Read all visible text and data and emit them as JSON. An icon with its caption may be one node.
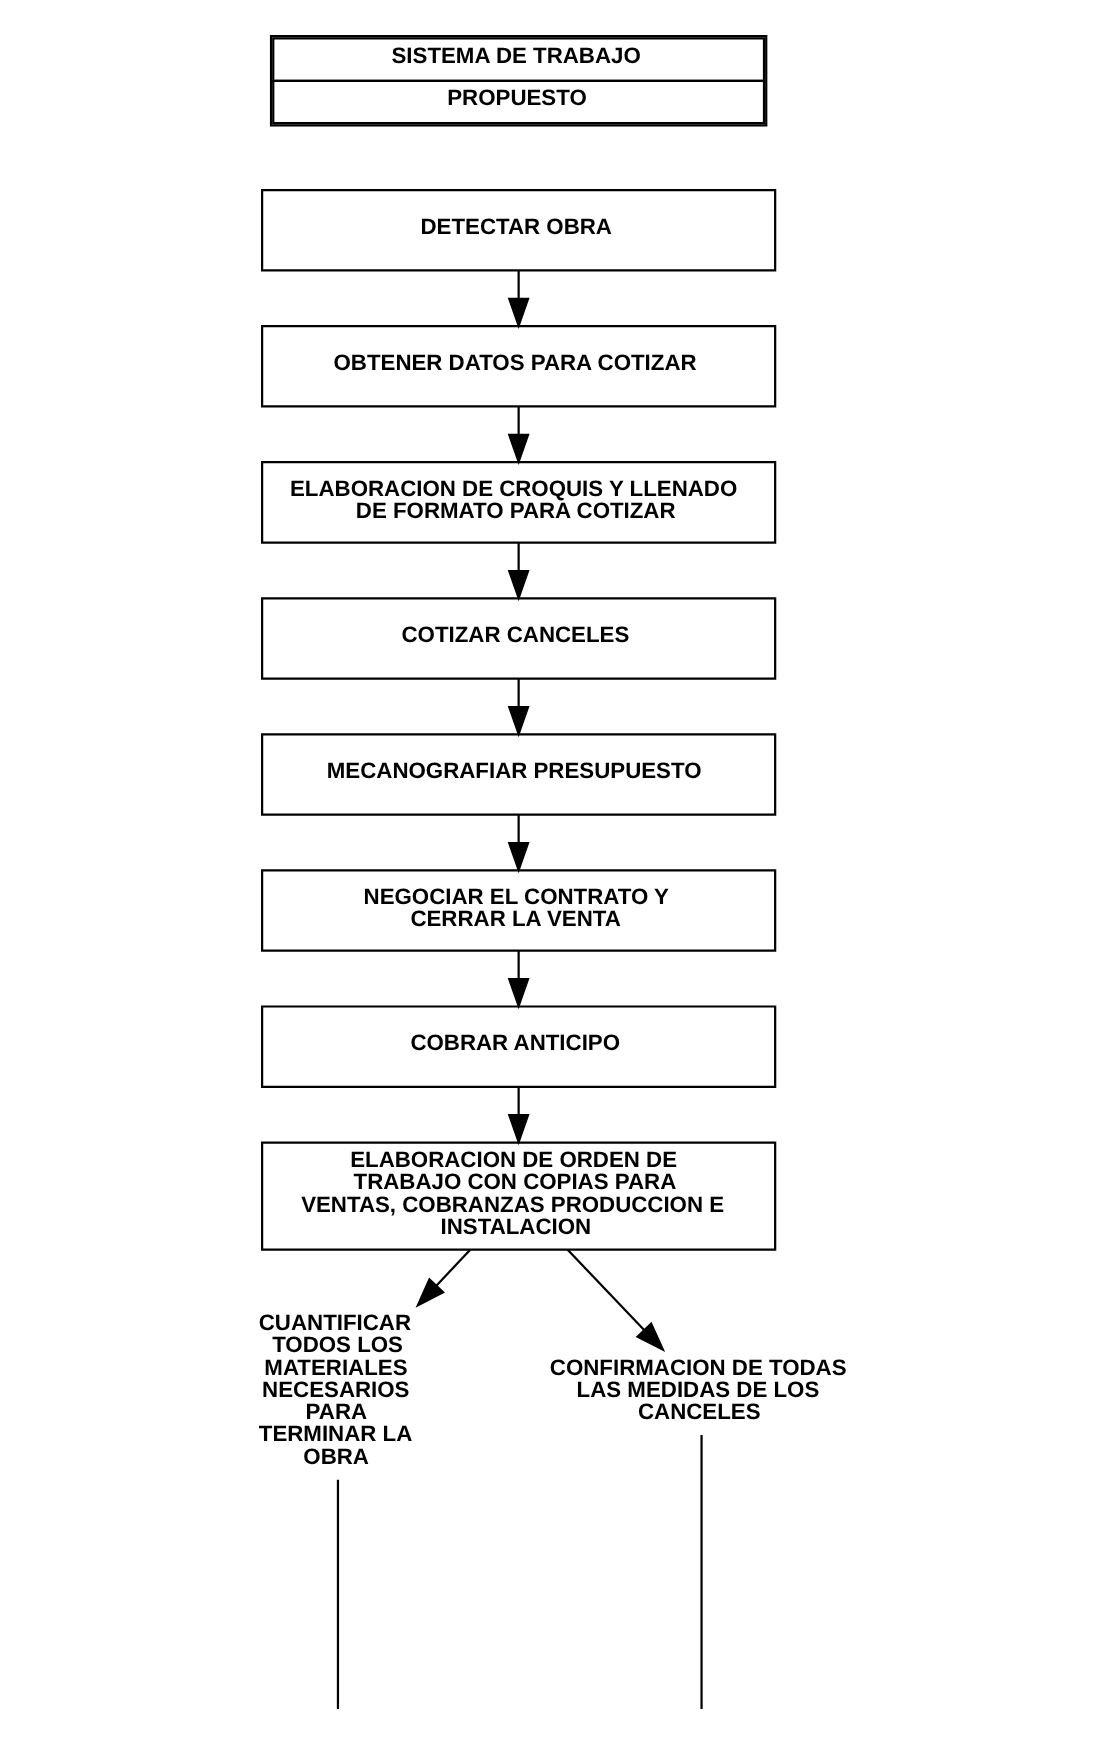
{
  "diagram": {
    "nodes": [
      {
        "text": [
          "SISTEMA DE TRABAJO",
          "PROPUESTO"
        ]
      },
      {
        "text": [
          "DETECTAR OBRA"
        ]
      },
      {
        "text": [
          "OBTENER DATOS PARA COTIZAR"
        ]
      },
      {
        "text": [
          "ELABORACION DE CROQUIS Y LLENADO DE FORMATO PARA COTIZAR"
        ]
      },
      {
        "text": [
          "COTIZAR CANCELES"
        ]
      },
      {
        "text": [
          "MECANOGRAFIAR PRESUPUESTO"
        ]
      },
      {
        "text": [
          "NEGOCIAR EL CONTRATO Y CERRAR LA VENTA"
        ]
      },
      {
        "text": [
          "COBRAR ANTICIPO"
        ]
      },
      {
        "text": [
          "ELABORACION DE ORDEN DE TRABAJO CON COPIAS PARA VENTAS, COBRANZAS PRODUCCION E INSTALACION"
        ]
      },
      {
        "text": [
          "CUANTIFICAR TODOS LOS MATERIALES NECESARIOS PARA TERMINAR LA OBRA"
        ]
      },
      {
        "text": [
          "CONFIRMACION DE TODAS LAS MEDIDAS DE LOS CANCELES"
        ]
      }
    ],
    "edges": [
      {
        "from": 1,
        "to": 2,
        "arrow": "to"
      },
      {
        "from": 2,
        "to": 3,
        "arrow": "to"
      },
      {
        "from": 3,
        "to": 4,
        "arrow": "to"
      },
      {
        "from": 4,
        "to": 5,
        "arrow": "to"
      },
      {
        "from": 5,
        "to": 6,
        "arrow": "to"
      },
      {
        "from": 6,
        "to": 7,
        "arrow": "to"
      },
      {
        "from": 7,
        "to": 8,
        "arrow": "to"
      },
      {
        "from": 8,
        "to": 9,
        "arrow": "to"
      },
      {
        "from": 8,
        "to": 10,
        "arrow": "to"
      },
      {
        "from": 9,
        "to": null,
        "arrow": "none"
      },
      {
        "from": 10,
        "to": null,
        "arrow": "none"
      }
    ]
  }
}
